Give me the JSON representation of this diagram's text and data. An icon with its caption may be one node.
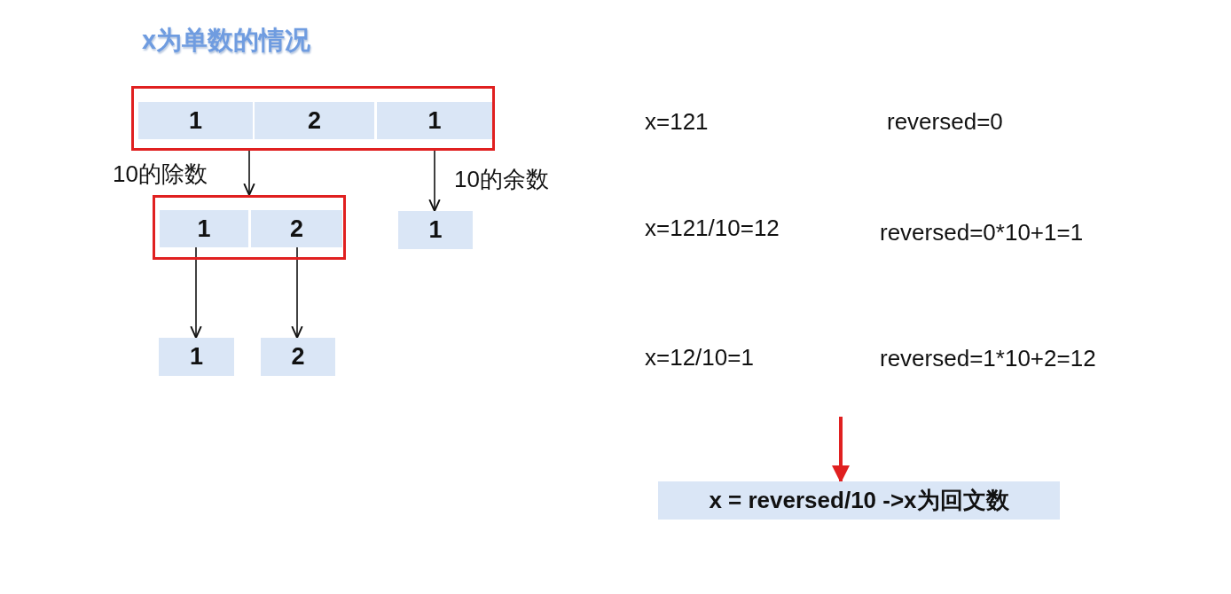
{
  "diagram": {
    "title": "x为单数的情况",
    "nodes": [
      {
        "text": [],
        "shape": "box"
      },
      {
        "text": [
          "1"
        ],
        "in": 0
      },
      {
        "text": [
          "2"
        ],
        "in": 0
      },
      {
        "text": [
          "1"
        ],
        "in": 0
      },
      {
        "text": [],
        "shape": "box"
      },
      {
        "text": [
          "1"
        ],
        "in": 4
      },
      {
        "text": [
          "2"
        ],
        "in": 4
      },
      {
        "text": [
          "1"
        ]
      },
      {
        "text": [
          "1"
        ]
      },
      {
        "text": [
          "2"
        ]
      },
      {
        "text": [
          "x = reversed/10  ->x为回文数"
        ]
      }
    ],
    "edges": [
      {
        "from": 0,
        "to": 4,
        "arrow": "to",
        "label": "10的除数"
      },
      {
        "from": 0,
        "to": 7,
        "arrow": "to",
        "label": "10的余数"
      },
      {
        "from": 5,
        "to": 8,
        "arrow": "to"
      },
      {
        "from": 6,
        "to": 9,
        "arrow": "to"
      },
      {
        "from": null,
        "to": 10,
        "arrow": "to",
        "style": "thick",
        "color": "#e02020"
      }
    ],
    "labels": [
      "x=121",
      "reversed=0",
      "x=121/10=12",
      "reversed=0*10+1=1",
      "x=12/10=1",
      "reversed=1*10+2=12"
    ]
  }
}
